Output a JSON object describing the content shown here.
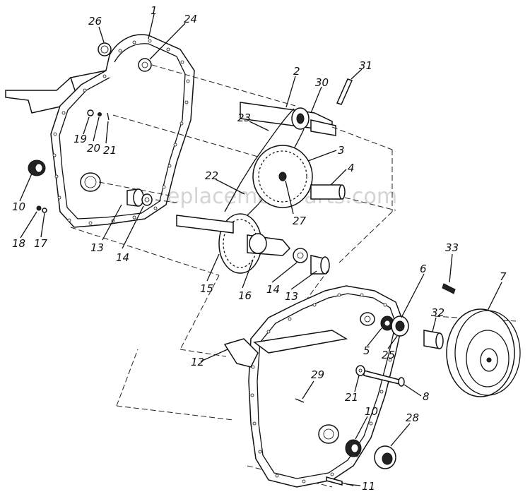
{
  "watermark": "eReplacementParts.com",
  "labels": [
    {
      "id": "26",
      "text": "26"
    },
    {
      "id": "1",
      "text": "1"
    },
    {
      "id": "24",
      "text": "24"
    },
    {
      "id": "2",
      "text": "2"
    },
    {
      "id": "31",
      "text": "31"
    },
    {
      "id": "30",
      "text": "30"
    },
    {
      "id": "23",
      "text": "23"
    },
    {
      "id": "3",
      "text": "3"
    },
    {
      "id": "4",
      "text": "4"
    },
    {
      "id": "19",
      "text": "19"
    },
    {
      "id": "20",
      "text": "20"
    },
    {
      "id": "21a",
      "text": "21"
    },
    {
      "id": "22",
      "text": "22"
    },
    {
      "id": "27",
      "text": "27"
    },
    {
      "id": "10a",
      "text": "10"
    },
    {
      "id": "18",
      "text": "18"
    },
    {
      "id": "17",
      "text": "17"
    },
    {
      "id": "13a",
      "text": "13"
    },
    {
      "id": "14a",
      "text": "14"
    },
    {
      "id": "15",
      "text": "15"
    },
    {
      "id": "16",
      "text": "16"
    },
    {
      "id": "14b",
      "text": "14"
    },
    {
      "id": "13b",
      "text": "13"
    },
    {
      "id": "33",
      "text": "33"
    },
    {
      "id": "6",
      "text": "6"
    },
    {
      "id": "7",
      "text": "7"
    },
    {
      "id": "32",
      "text": "32"
    },
    {
      "id": "5",
      "text": "5"
    },
    {
      "id": "25",
      "text": "25"
    },
    {
      "id": "12",
      "text": "12"
    },
    {
      "id": "29",
      "text": "29"
    },
    {
      "id": "21b",
      "text": "21"
    },
    {
      "id": "8",
      "text": "8"
    },
    {
      "id": "10b",
      "text": "10"
    },
    {
      "id": "28",
      "text": "28"
    },
    {
      "id": "11",
      "text": "11"
    }
  ]
}
